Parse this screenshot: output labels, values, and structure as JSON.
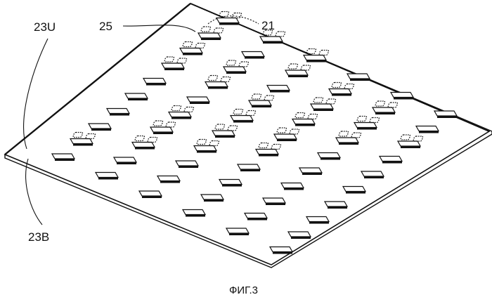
{
  "figure": {
    "caption": "ФИГ.3",
    "labels": {
      "top_surface": "23U",
      "bottom_surface": "23B",
      "electrode": "25",
      "chip": "21"
    }
  },
  "style": {
    "ink": "#111111",
    "background": "#ffffff"
  }
}
